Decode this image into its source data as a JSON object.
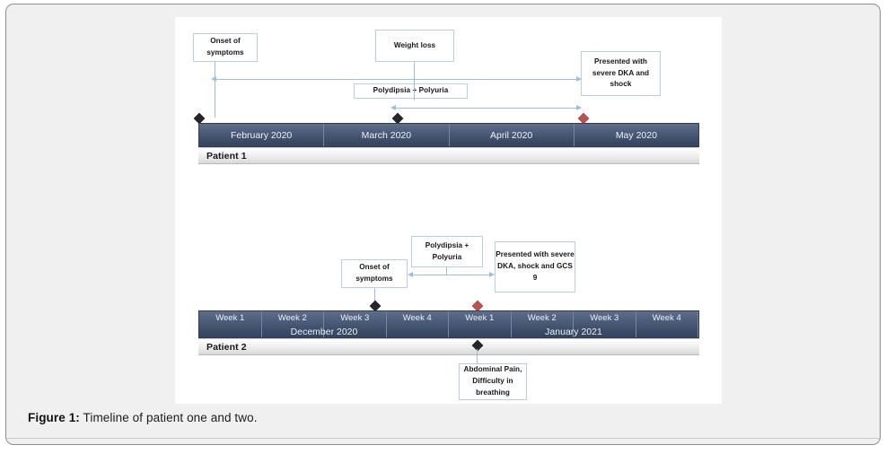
{
  "caption": {
    "label": "Figure 1:",
    "text": " Timeline of patient one and two."
  },
  "colors": {
    "bar_dark": "#3d4c66",
    "bar_light": "#5c6e8c",
    "connector": "#9dc0d6",
    "marker_black": "#23262b",
    "marker_red": "#c0504d",
    "box_border": "#b7cfdf",
    "panel_bg": "#ffffff",
    "page_bg": "#f0f0f0"
  },
  "timeline1": {
    "patient_label": "Patient 1",
    "cells": [
      {
        "label": "February 2020"
      },
      {
        "label": "March 2020"
      },
      {
        "label": "April 2020"
      },
      {
        "label": "May 2020"
      }
    ],
    "events": [
      {
        "id": "onset",
        "text": "Onset of symptoms",
        "marker": "black"
      },
      {
        "id": "weight-loss",
        "text": "Weight loss",
        "marker": "none"
      },
      {
        "id": "polydipsia",
        "text": "Polydipsia  + Polyuria",
        "marker": "black"
      },
      {
        "id": "dka",
        "text": "Presented with severe DKA and shock",
        "marker": "red"
      }
    ]
  },
  "timeline2": {
    "patient_label": "Patient 2",
    "weeks": [
      {
        "label": "Week 1"
      },
      {
        "label": "Week 2"
      },
      {
        "label": "Week 3"
      },
      {
        "label": "Week 4"
      },
      {
        "label": "Week 1"
      },
      {
        "label": "Week 2"
      },
      {
        "label": "Week 3"
      },
      {
        "label": "Week 4"
      }
    ],
    "months": [
      {
        "label": "December 2020"
      },
      {
        "label": "January 2021"
      }
    ],
    "events": [
      {
        "id": "onset",
        "text": "Onset of symptoms",
        "marker": "black"
      },
      {
        "id": "polydipsia",
        "text": "Polydipsia + Polyuria",
        "marker": "none"
      },
      {
        "id": "dka",
        "text": "Presented with severe DKA, shock and GCS 9",
        "marker": "red"
      },
      {
        "id": "abdominal-pain",
        "text": "Abdominal Pain, Difficulty in breathing",
        "marker": "black"
      }
    ]
  }
}
